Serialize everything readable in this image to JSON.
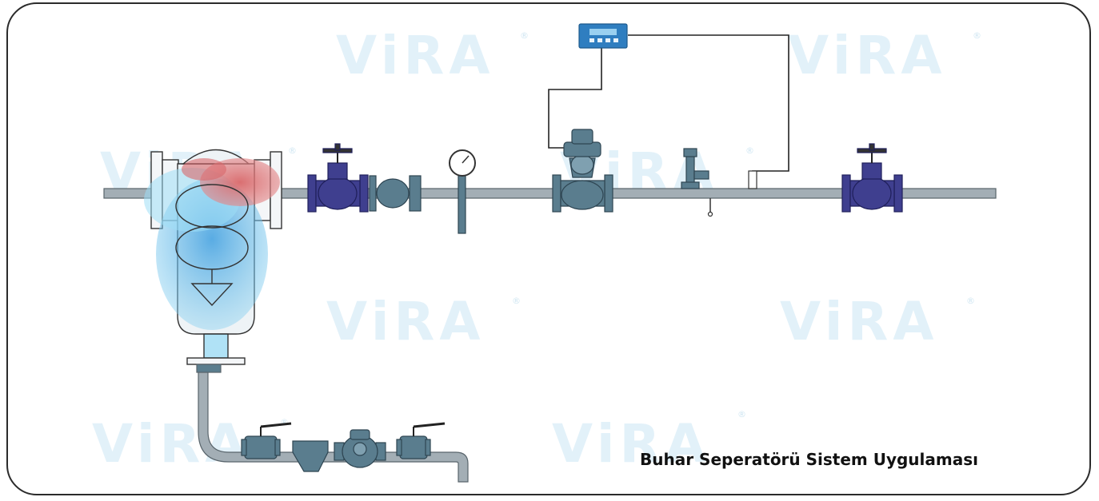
{
  "caption": "Buhar Seperatörü Sistem Uygulaması",
  "watermark": {
    "text": "ViRA",
    "mark": "®"
  },
  "colors": {
    "frame": "#2b2b2b",
    "pipe": "#a3aeb5",
    "valve_body": "#3f3f8f",
    "fitting": "#5a7d8e",
    "separator_fill": "#eef3f6",
    "steam_red": "#d9686a",
    "water_blue": "#5bc0e8",
    "watermark": "#e2f1f9",
    "controller": "#2f7ec0"
  },
  "components": [
    "separator",
    "isolation-valve",
    "strainer",
    "pressure-gauge",
    "control-valve",
    "controller",
    "safety-valve",
    "pressure-sensor",
    "outlet-valve",
    "drain-ball-valve",
    "steam-trap"
  ]
}
